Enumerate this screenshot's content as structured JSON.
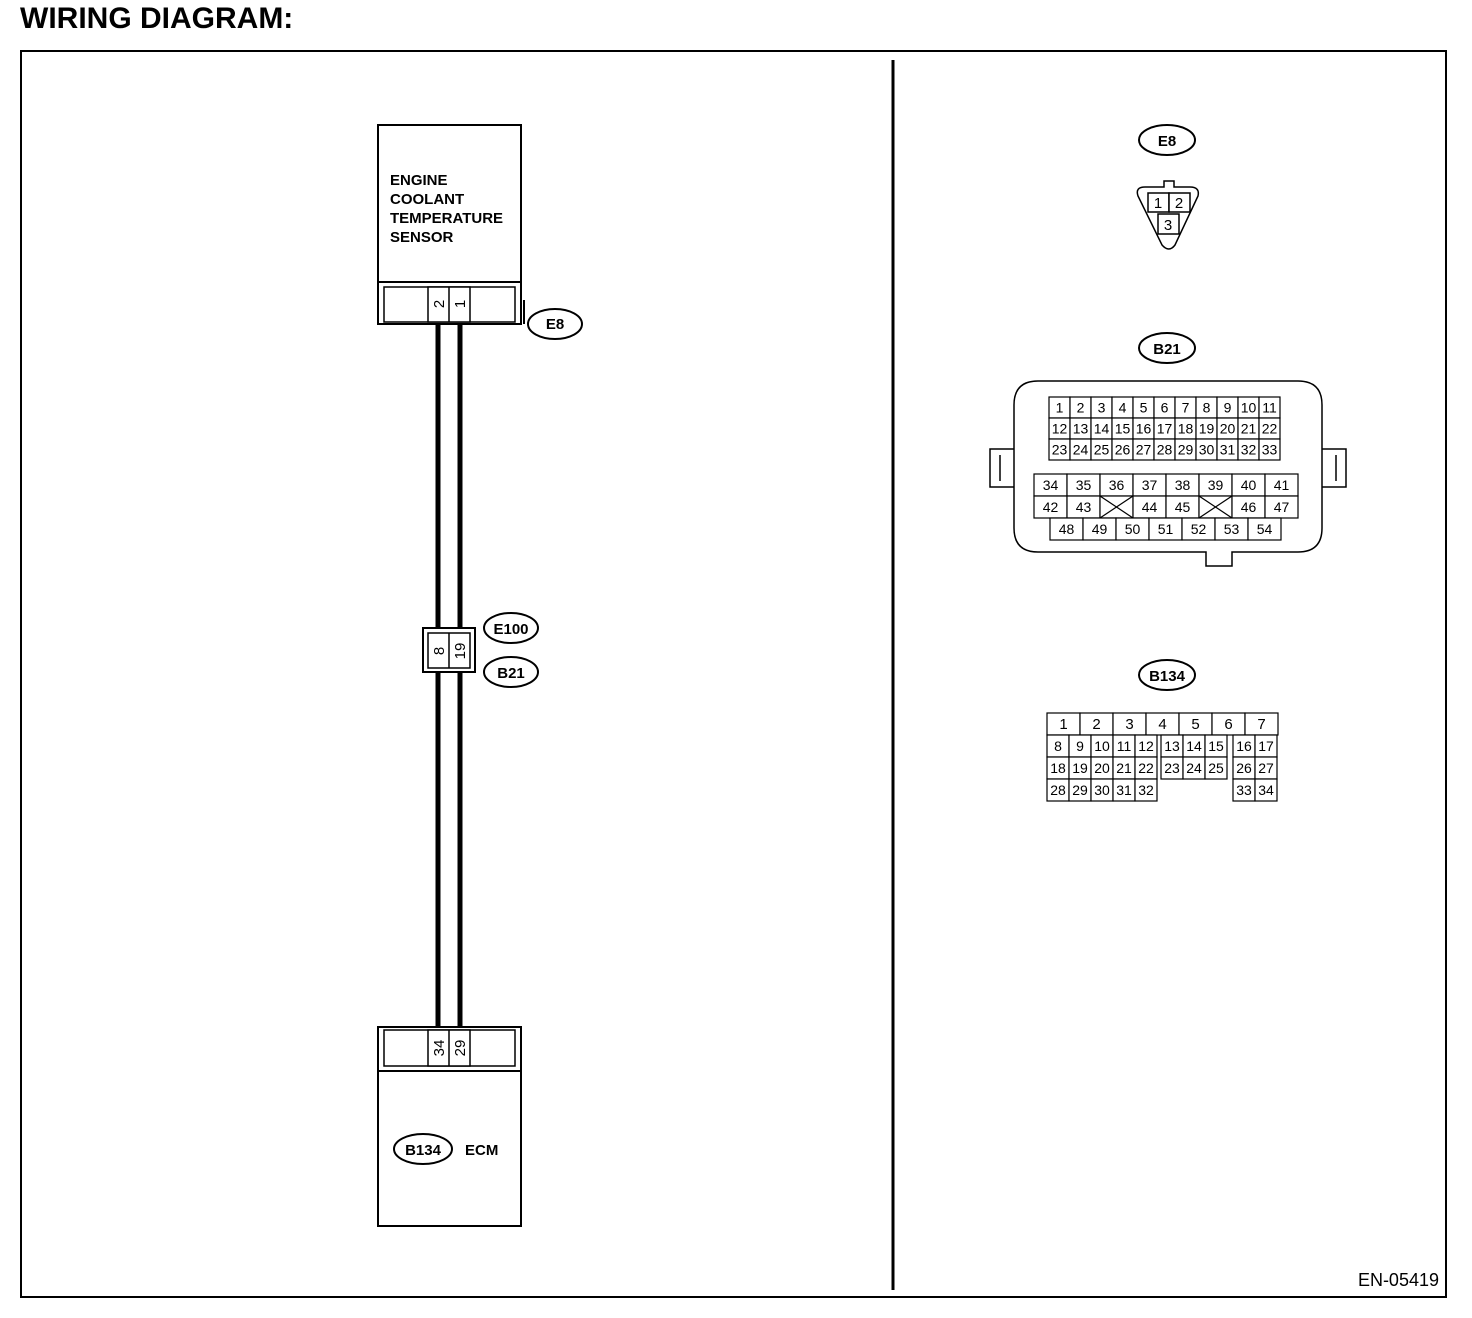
{
  "title": "WIRING DIAGRAM:",
  "doc_code": "EN-05419",
  "sensor": {
    "lines": [
      "ENGINE",
      "COOLANT",
      "TEMPERATURE",
      "SENSOR"
    ],
    "connector": "E8",
    "pins": [
      "2",
      "1"
    ]
  },
  "joint": {
    "connector_top": "E100",
    "connector_bottom": "B21",
    "pins": [
      "8",
      "19"
    ]
  },
  "ecm": {
    "name": "ECM",
    "connector": "B134",
    "pins": [
      "34",
      "29"
    ]
  },
  "faces": {
    "e8": {
      "label": "E8",
      "pins": [
        "1",
        "2",
        "3"
      ]
    },
    "b21": {
      "label": "B21",
      "upper_rows": [
        [
          "1",
          "2",
          "3",
          "4",
          "5",
          "6",
          "7",
          "8",
          "9",
          "10",
          "11"
        ],
        [
          "12",
          "13",
          "14",
          "15",
          "16",
          "17",
          "18",
          "19",
          "20",
          "21",
          "22"
        ],
        [
          "23",
          "24",
          "25",
          "26",
          "27",
          "28",
          "29",
          "30",
          "31",
          "32",
          "33"
        ]
      ],
      "lower_rows": [
        [
          "34",
          "35",
          "36",
          "37",
          "38",
          "39",
          "40",
          "41"
        ],
        [
          "42",
          "43",
          "",
          "44",
          "45",
          "",
          "46",
          "47"
        ],
        [
          "48",
          "49",
          "50",
          "51",
          "52",
          "53",
          "54"
        ]
      ]
    },
    "b134": {
      "label": "B134",
      "row1": [
        "1",
        "2",
        "3",
        "4",
        "5",
        "6",
        "7"
      ],
      "row2": [
        "8",
        "9",
        "10",
        "11",
        "12",
        "13",
        "14",
        "15",
        "16",
        "17"
      ],
      "row3": [
        "18",
        "19",
        "20",
        "21",
        "22",
        "23",
        "24",
        "25",
        "26",
        "27"
      ],
      "row4a": [
        "28",
        "29",
        "30",
        "31",
        "32"
      ],
      "row4b": [
        "33",
        "34"
      ]
    }
  }
}
